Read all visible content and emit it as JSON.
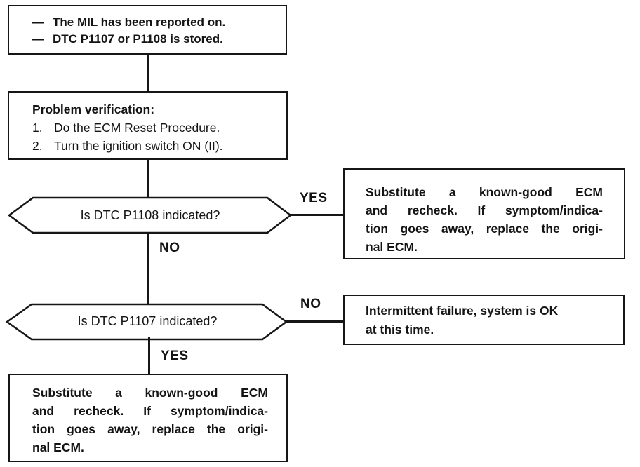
{
  "colors": {
    "ink": "#161616",
    "paper": "#ffffff"
  },
  "flowchart": {
    "start_box": {
      "conditions": [
        {
          "bullet": "—",
          "text": "The MIL has been reported on."
        },
        {
          "bullet": "—",
          "text": "DTC P1107 or P1108 is stored."
        }
      ]
    },
    "verification_box": {
      "title": "Problem verification:",
      "steps": [
        {
          "num": "1.",
          "text": "Do the ECM Reset Procedure."
        },
        {
          "num": "2.",
          "text": "Turn the ignition switch ON (II)."
        }
      ]
    },
    "decision_p1108": {
      "question": "Is DTC P1108 indicated?",
      "yes_label": "YES",
      "no_label": "NO"
    },
    "substitute_ecm_right_box": {
      "lines": [
        "Substitute a known-good ECM",
        "and recheck. If symptom/indica-",
        "tion goes away, replace the origi-",
        "nal ECM."
      ]
    },
    "decision_p1107": {
      "question": "Is DTC P1107 indicated?",
      "no_label": "NO",
      "yes_label": "YES"
    },
    "intermittent_box": {
      "lines": [
        "Intermittent failure, system is OK",
        "at this time."
      ]
    },
    "substitute_ecm_bottom_box": {
      "lines": [
        "Substitute a known-good ECM",
        "and recheck. If symptom/indica-",
        "tion goes away, replace the origi-",
        "nal ECM."
      ]
    }
  }
}
